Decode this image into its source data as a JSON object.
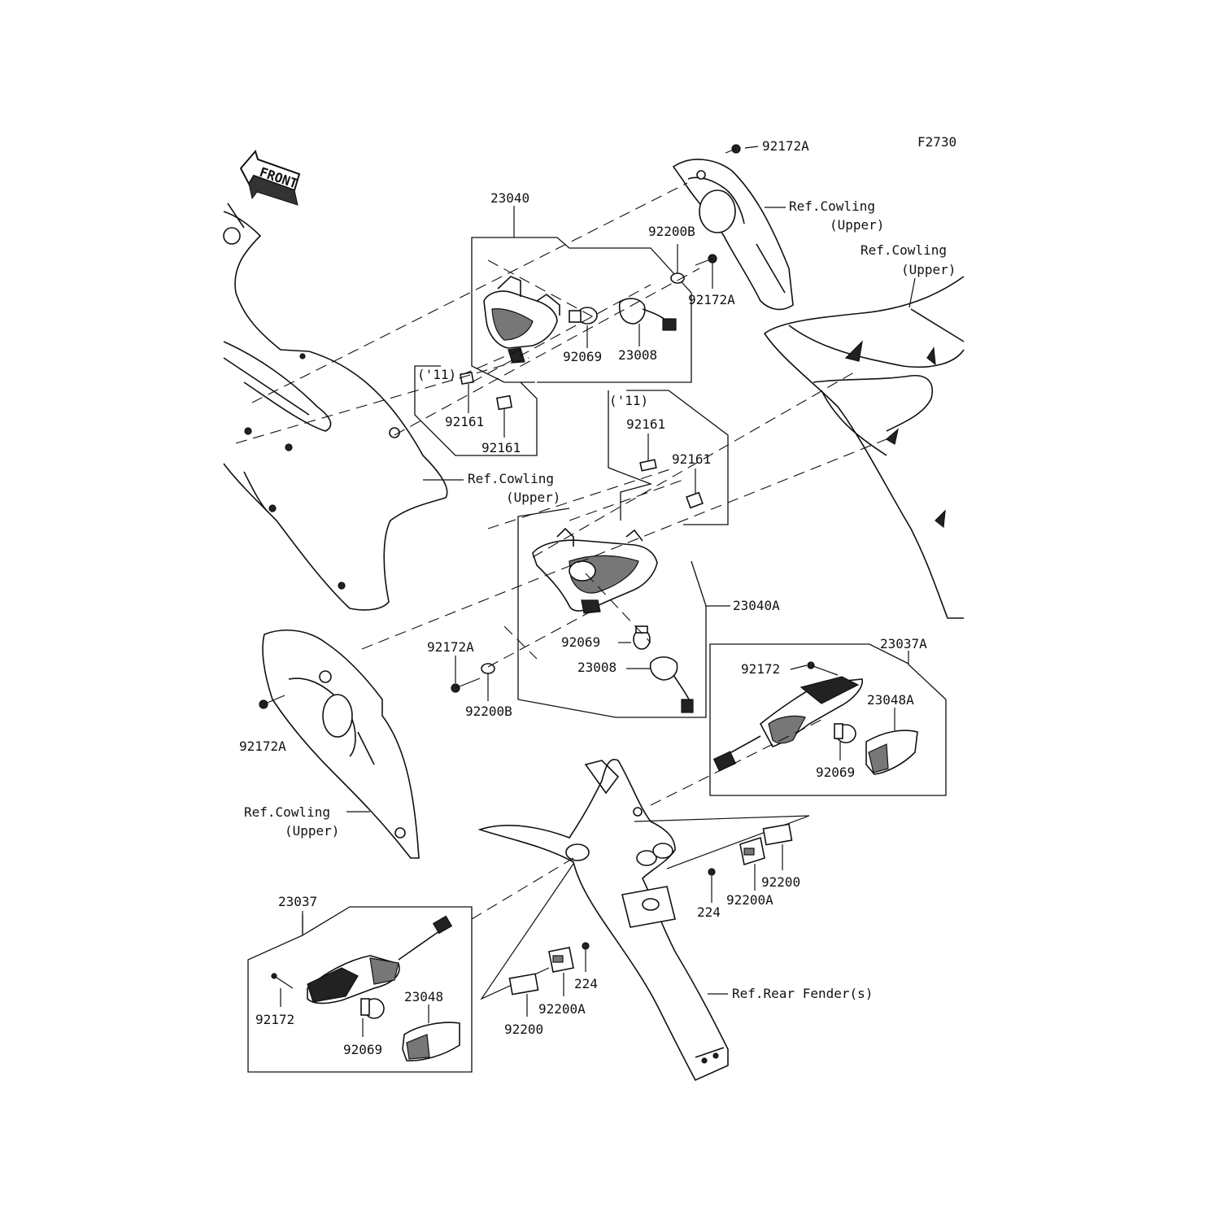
{
  "figure_code": "F2730",
  "front_label": "FRONT",
  "labels": {
    "p23040": "23040",
    "p92172A_top": "92172A",
    "ref_cowling_top": "Ref.Cowling",
    "ref_cowling_top_sub": "(Upper)",
    "ref_cowling_right": "Ref.Cowling",
    "ref_cowling_right_sub": "(Upper)",
    "p92200B_top": "92200B",
    "p92172A_mid": "92172A",
    "p92069_top": "92069",
    "p23008_top": "23008",
    "y11_left": "('11)",
    "p92161_a": "92161",
    "p92161_b": "92161",
    "ref_cowling_mid": "Ref.Cowling",
    "ref_cowling_mid_sub": "(Upper)",
    "y11_right": "('11)",
    "p92161_c": "92161",
    "p92161_d": "92161",
    "p23040A": "23040A",
    "p92069_mid": "92069",
    "p92172A_left": "92172A",
    "p23008_mid": "23008",
    "p92200B_mid": "92200B",
    "p92172A_low": "92172A",
    "p23037A": "23037A",
    "p92172_right": "92172",
    "p23048A": "23048A",
    "p92069_right": "92069",
    "ref_cowling_low": "Ref.Cowling",
    "ref_cowling_low_sub": "(Upper)",
    "p92200_right": "92200",
    "p224_right": "224",
    "p92200A_right": "92200A",
    "p23037": "23037",
    "p224_low": "224",
    "ref_rear_fender": "Ref.Rear Fender(s)",
    "p92172_left": "92172",
    "p23048": "23048",
    "p92200A_low": "92200A",
    "p92200_low": "92200",
    "p92069_low": "92069"
  }
}
